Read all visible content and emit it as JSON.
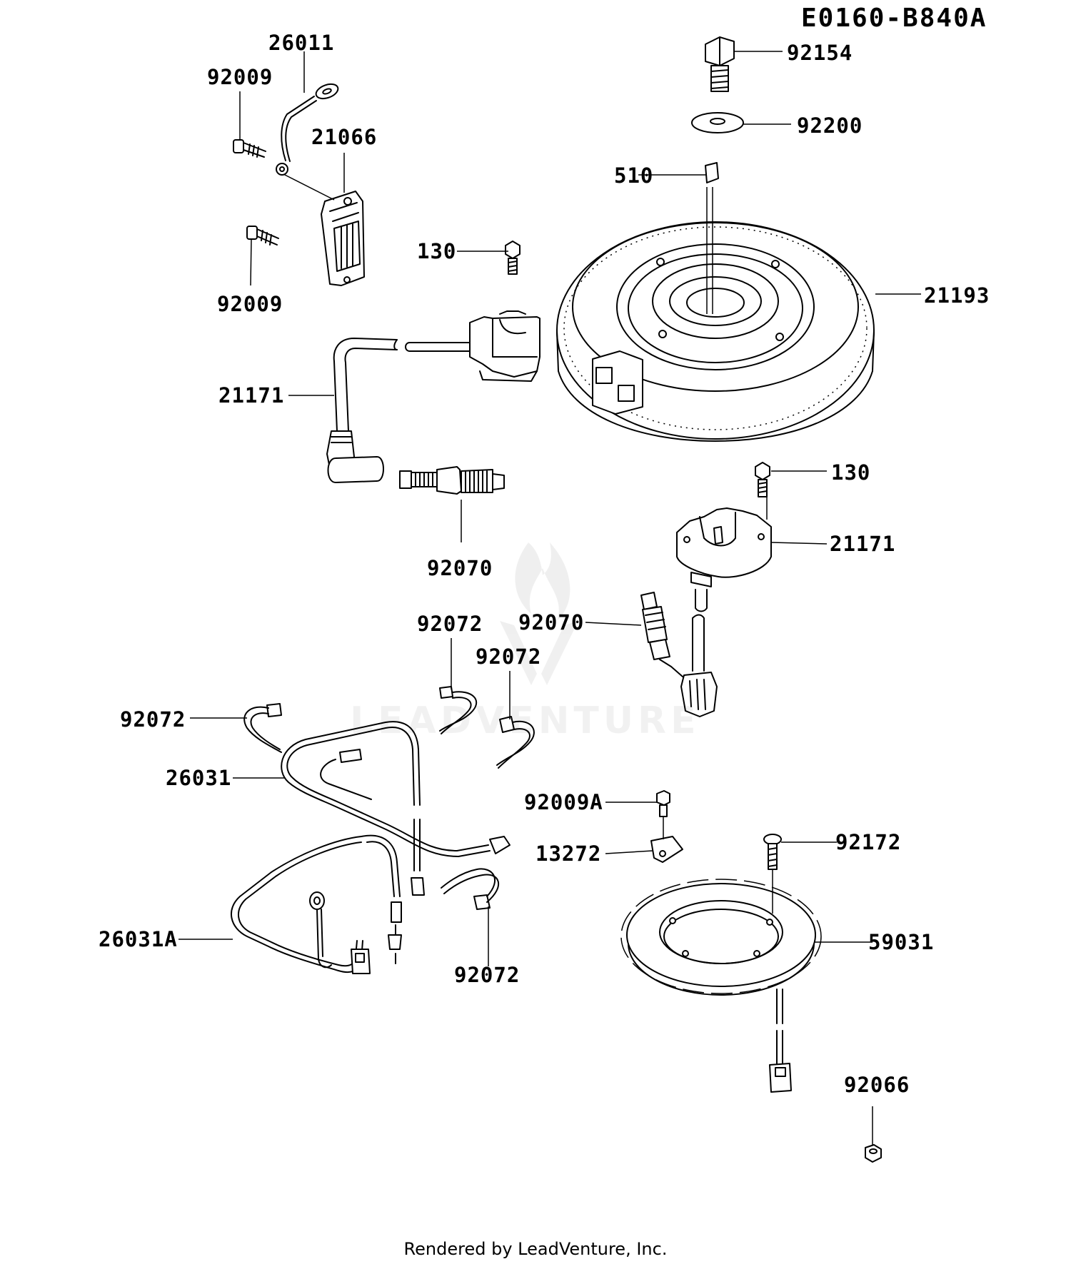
{
  "diagram_code": "E0160-B840A",
  "footer": "Rendered by LeadVenture, Inc.",
  "watermark": "LEADVENTURE",
  "labels": {
    "p26011": "26011",
    "p92009_top": "92009",
    "p21066": "21066",
    "p92009_bottom": "92009",
    "p130_top": "130",
    "p21171_left": "21171",
    "p92070_left": "92070",
    "p92154": "92154",
    "p92200": "92200",
    "p510": "510",
    "p21193": "21193",
    "p130_right": "130",
    "p21171_right": "21171",
    "p92070_mid": "92070",
    "p92072_a": "92072",
    "p92072_b": "92072",
    "p92072_c": "92072",
    "p26031": "26031",
    "p92009A": "92009A",
    "p13272": "13272",
    "p92172": "92172",
    "p26031A": "26031A",
    "p92072_d": "92072",
    "p59031": "59031",
    "p92066": "92066"
  }
}
